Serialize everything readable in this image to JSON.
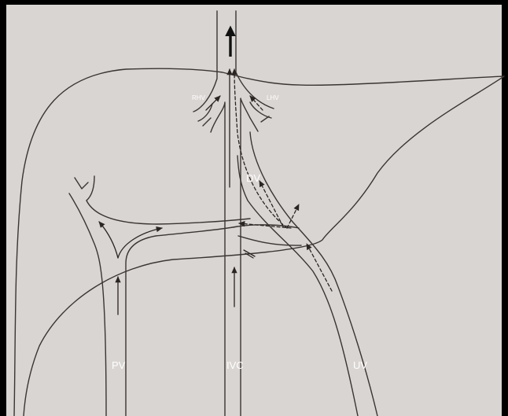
{
  "labels": {
    "rhv": "RHV",
    "lhv": "LHV",
    "dv": "DV",
    "pv": "PV",
    "ivc": "IVC",
    "uv": "UV"
  },
  "colors": {
    "paper": "#d9d5d2",
    "ink": "#3a3532",
    "label": "#ffffff"
  }
}
